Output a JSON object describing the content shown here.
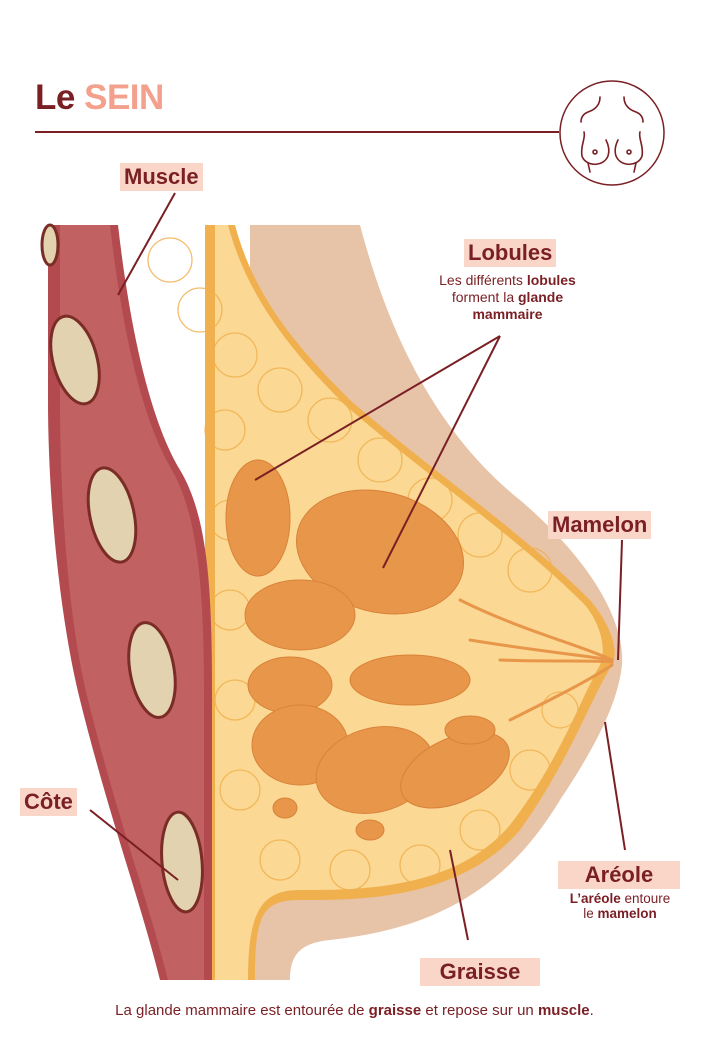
{
  "title": {
    "prefix": "Le",
    "accent": "SEIN"
  },
  "labels": {
    "muscle": "Muscle",
    "lobules": "Lobules",
    "lobules_desc": {
      "t1": "Les différents ",
      "b1": "lobules",
      "t2": "forment la ",
      "b2": "glande",
      "b3": "mammaire"
    },
    "mamelon": "Mamelon",
    "cote": "Côte",
    "areole": "Aréole",
    "areole_desc": {
      "b1": "L’aréole",
      "t1": " entoure",
      "t2": "le ",
      "b2": "mamelon"
    },
    "graisse": "Graisse"
  },
  "caption": {
    "t1": "La glande mammaire est entourée de ",
    "b1": "graisse",
    "t2": " et repose sur un ",
    "b2": "muscle",
    "t3": "."
  },
  "colors": {
    "primary": "#7a1f24",
    "accent": "#f3a08c",
    "highlight": "#fad6c8"
  }
}
